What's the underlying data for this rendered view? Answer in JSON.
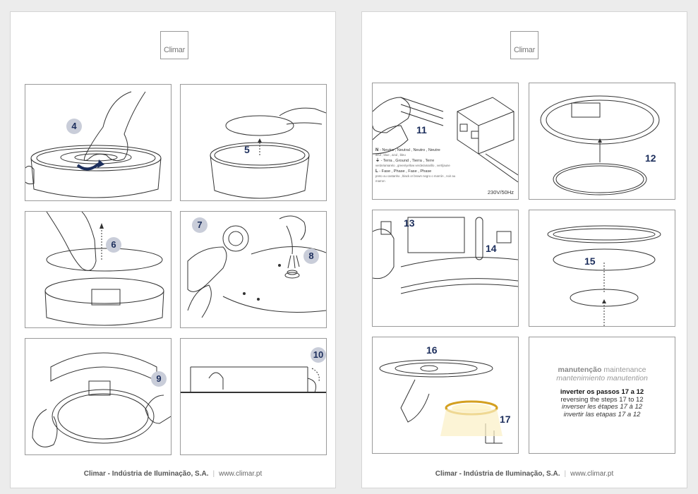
{
  "brand": "Climar",
  "footer": {
    "company": "Climar - Indústria de Iluminação, S.A.",
    "separator": "|",
    "website": "www.climar.pt"
  },
  "left_page": {
    "steps": [
      "4",
      "5",
      "6",
      "7",
      "8",
      "9",
      "10"
    ]
  },
  "right_page": {
    "steps": [
      "11",
      "12",
      "13",
      "14",
      "15",
      "16",
      "17"
    ],
    "wiring_legend": {
      "neutral": {
        "code": "N",
        "label": "Neutro , Neutral , Neutro , Neutre",
        "colors": "azul , blue , azul , bleu"
      },
      "ground": {
        "code": "⏚",
        "label": "Terra , Ground , Tierra , Terre",
        "colors": "verde/amarelo , green/yellow verde/amarillo , vert/jaune"
      },
      "phase": {
        "code": "L",
        "label": "Fase , Phase , Fase , Phase",
        "colors": "preto ou castanho , black or brown negro o marrón , noir au marron"
      }
    },
    "voltage": "230V/50Hz",
    "maintenance": {
      "title_pt": "manutenção",
      "title_en": "maintenance",
      "title_es": "mantenimiento",
      "title_fr": "manutention",
      "steps_pt": "inverter os passos 17 a 12",
      "steps_en": "reversing the steps 17 to 12",
      "steps_fr": "inverser les étapes 17 à 12",
      "steps_es": "invertir las etapas 17 a 12"
    }
  },
  "colors": {
    "step_number": "#1c2e5c",
    "step_circle": "#c9cdd9",
    "line_art": "#333333",
    "panel_border": "#9a9a9a"
  }
}
